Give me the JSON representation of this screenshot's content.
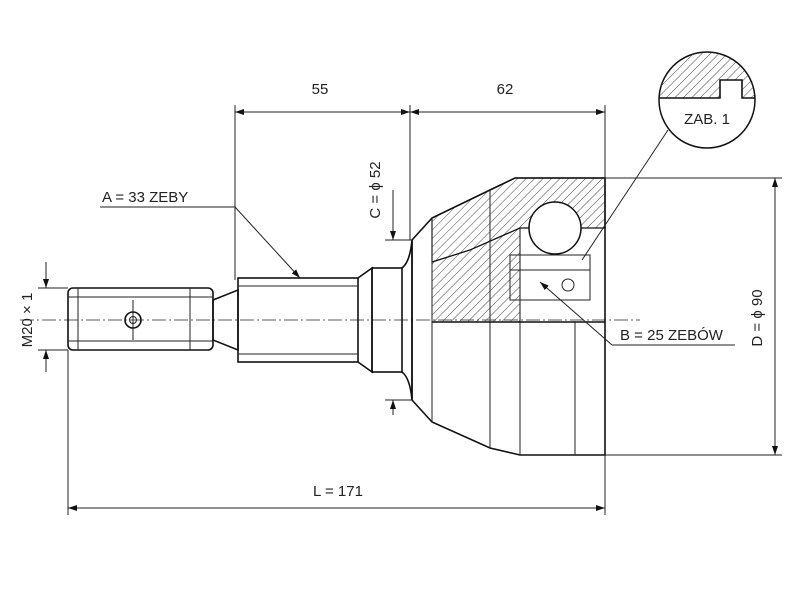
{
  "drawing": {
    "dims": {
      "d55": "55",
      "d62": "62",
      "c52": "C = ϕ 52",
      "a33": "A = 33 ZEBY",
      "m20": "M20 × 1",
      "d90": "D = ϕ 90",
      "b25": "B = 25 ZEBÓW",
      "l171": "L = 171"
    },
    "detail_label": "ZAB. 1"
  }
}
